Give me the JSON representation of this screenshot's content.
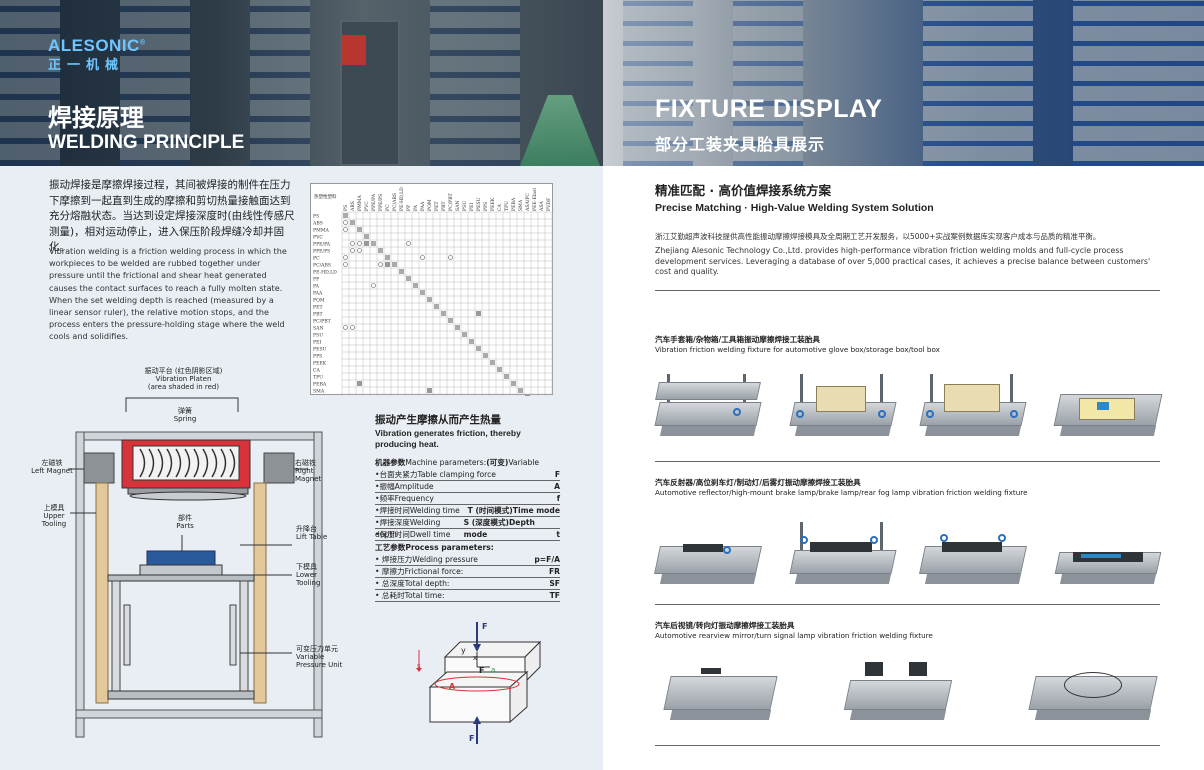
{
  "left": {
    "logo": {
      "en": "ALESONIC",
      "reg": "®",
      "cn": "正一机械"
    },
    "title_cn": "焊接原理",
    "title_en": "WELDING PRINCIPLE",
    "intro_cn": "振动焊接是摩擦焊接过程，其间被焊接的制件在压力下摩擦到一起直到生成的摩擦和剪切热量接触面达到充分熔融状态。当达到设定焊接深度时(由线性传感尺测量)，相对运动停止，进入保压阶段焊缝冷却并固化。",
    "intro_en": "Vibration welding is a friction welding process in which the workpieces to be welded are rubbed together under pressure until the frictional and shear heat generated causes the contact surfaces to reach a fully molten state. When the set welding depth is reached (measured by a linear sensor ruler), the relative motion stops, and the process enters the pressure-holding stage where the weld cools and solidifies.",
    "compat_header_label": "热塑性塑料",
    "compat_materials": [
      "PS",
      "ABS",
      "PMMA",
      "PVC",
      "PPE/PA",
      "PPE/PS",
      "PC",
      "PC/ABS",
      "PE-HD,LD",
      "PP",
      "PA",
      "PAA",
      "POM",
      "PET",
      "PBT",
      "PC/PBT",
      "SAN",
      "PSU",
      "PEI",
      "PESU",
      "PPS",
      "PEEK",
      "CA",
      "TPU",
      "PEBA",
      "SMA",
      "ASA/PC",
      "PEE-Elast",
      "ASA",
      "PVDF"
    ],
    "diagram": {
      "platen_cn": "振动平台 (红色阴影区域)",
      "platen_en": "Vibration Platen",
      "platen_note": "(area shaded in red)",
      "spring_cn": "弹簧",
      "spring_en": "Spring",
      "left_magnet_cn": "左磁铁",
      "left_magnet_en": "Left Magnet",
      "right_magnet_cn": "右磁铁",
      "right_magnet_en": "Right Magnet",
      "upper_tooling_cn": "上模具",
      "upper_tooling_en": "Upper Tooling",
      "parts_cn": "部件",
      "parts_en": "Parts",
      "lift_table_cn": "升降台",
      "lift_table_en": "Lift Table",
      "lower_tooling_cn": "下模具",
      "lower_tooling_en": "Lower Tooling",
      "pressure_cn": "可变压力单元",
      "pressure_en": "Variable Pressure Unit"
    },
    "friction": {
      "title_cn": "振动产生摩擦从而产生热量",
      "title_en": "Vibration generates friction, thereby producing heat.",
      "machine_head_cn": "机器参数",
      "machine_head_en": "Machine parameters:",
      "machine_head_var_cn": "(可变)",
      "machine_head_var_en": "Variable",
      "machine_params": [
        {
          "label": "•台面夹紧力Table clamping force",
          "symbol": "F"
        },
        {
          "label": "•振幅Amplitude",
          "symbol": "A"
        },
        {
          "label": "•频率Frequency",
          "symbol": "f"
        },
        {
          "label": "•焊接时间Welding time",
          "symbol": "T (时间模式)Time mode"
        },
        {
          "label": "•焊接深度Welding depth",
          "symbol": "S (深度模式)Depth mode"
        },
        {
          "label": "•保压时间Dwell time",
          "symbol": "t"
        }
      ],
      "process_head": "工艺参数Process parameters:",
      "process_params": [
        {
          "label": "• 焊接压力Welding pressure",
          "symbol": "p=F/A"
        },
        {
          "label": "• 摩擦力Frictional force:",
          "symbol": "FR"
        },
        {
          "label": "• 总深度Total depth:",
          "symbol": "SF"
        },
        {
          "label": "• 总耗时Total time:",
          "symbol": "TF"
        }
      ],
      "force_labels": {
        "F_top": "F",
        "F_bottom": "F",
        "y": "y",
        "x": "x",
        "s": "s",
        "Fr": "F",
        "a": "a",
        "A": "A"
      }
    }
  },
  "right": {
    "title_en": "FIXTURE DISPLAY",
    "title_cn": "部分工装夹具胎具展示",
    "section_cn": "精准匹配 · 高价值焊接系统方案",
    "section_en": "Precise Matching · High-Value Welding System Solution",
    "desc_cn": "浙江艾勤超声波科技提供高性能振动摩擦焊接模具及全周期工艺开发服务，以5000+实战案例数据库实现客户成本与品质的精准平衡。",
    "desc_en": "Zhejiang Alesonic Technology Co.,Ltd. provides high-performance vibration friction welding molds and full-cycle process development services. Leveraging a database of over 5,000 practical cases, it achieves a precise balance between customers' cost and quality.",
    "groups": [
      {
        "cn": "汽车手套箱/杂物箱/工具箱振动摩擦焊接工装胎具",
        "en": "Vibration friction welding fixture for automotive glove box/storage box/tool box"
      },
      {
        "cn": "汽车反射器/高位刹车灯/制动灯/后雾灯振动摩擦焊接工装胎具",
        "en": "Automotive reflector/high-mount brake lamp/brake lamp/rear fog lamp vibration friction welding fixture"
      },
      {
        "cn": "汽车后视镜/转向灯振动摩擦焊接工装胎具",
        "en": "Automotive rearview mirror/turn signal lamp vibration friction welding fixture"
      }
    ],
    "colors": {
      "accent_blue": "#2a6fc0",
      "platen_red": "#d8323a",
      "part_blue": "#2a5a9c"
    }
  }
}
